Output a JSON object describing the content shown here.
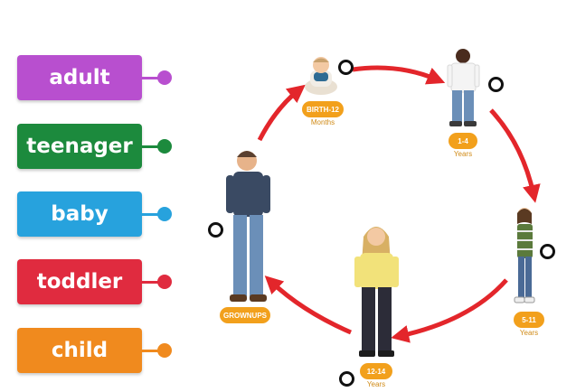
{
  "labels": [
    {
      "text": "adult",
      "color": "#b84fcf"
    },
    {
      "text": "teenager",
      "color": "#1c8a3d"
    },
    {
      "text": "baby",
      "color": "#27a2dd"
    },
    {
      "text": "toddler",
      "color": "#e02b3f"
    },
    {
      "text": "child",
      "color": "#f08a1e"
    }
  ],
  "stages": {
    "birth": {
      "badge": "BIRTH-12",
      "unit": "Months"
    },
    "toddler": {
      "badge": "1-4",
      "unit": "Years"
    },
    "child": {
      "badge": "5-11",
      "unit": "Years"
    },
    "teen": {
      "badge": "12-14",
      "unit": "Years"
    },
    "grownup": {
      "badge": "GROWNUPS"
    }
  },
  "colors": {
    "arrow": "#e3262b",
    "badge": "#f2a01c"
  }
}
